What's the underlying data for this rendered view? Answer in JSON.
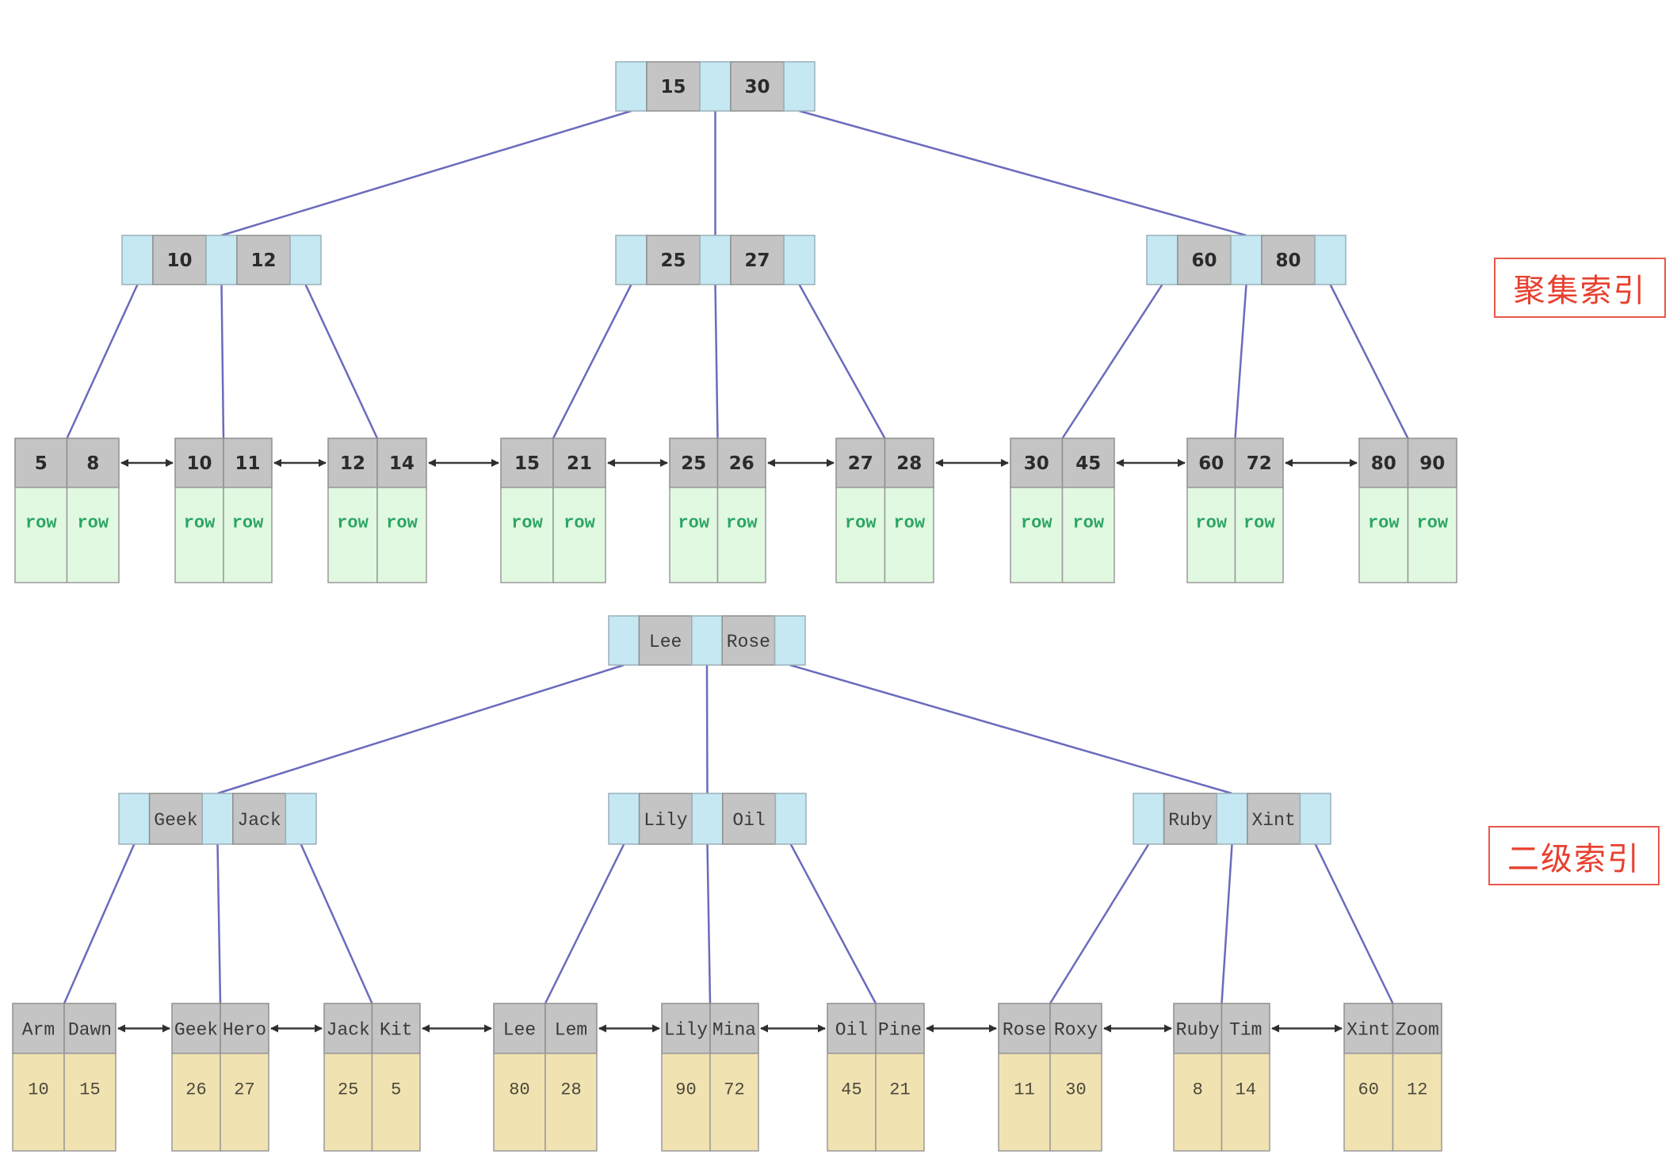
{
  "labels": {
    "clustered": "聚集索引",
    "secondary": "二级索引"
  },
  "colors": {
    "pointer_cell": "#c5e8f3",
    "key_cell": "#c4c4c4",
    "row_cell": "#e1f8e1",
    "id_cell": "#f1e2b2",
    "edge": "#6b6bbd",
    "label_red": "#e8402f",
    "row_text": "#2aa563"
  },
  "clustered_index": {
    "root": [
      "15",
      "30"
    ],
    "internal": [
      [
        "10",
        "12"
      ],
      [
        "25",
        "27"
      ],
      [
        "60",
        "80"
      ]
    ],
    "leaves": [
      {
        "keys": [
          "5",
          "8"
        ],
        "values": [
          "row",
          "row"
        ]
      },
      {
        "keys": [
          "10",
          "11"
        ],
        "values": [
          "row",
          "row"
        ]
      },
      {
        "keys": [
          "12",
          "14"
        ],
        "values": [
          "row",
          "row"
        ]
      },
      {
        "keys": [
          "15",
          "21"
        ],
        "values": [
          "row",
          "row"
        ]
      },
      {
        "keys": [
          "25",
          "26"
        ],
        "values": [
          "row",
          "row"
        ]
      },
      {
        "keys": [
          "27",
          "28"
        ],
        "values": [
          "row",
          "row"
        ]
      },
      {
        "keys": [
          "30",
          "45"
        ],
        "values": [
          "row",
          "row"
        ]
      },
      {
        "keys": [
          "60",
          "72"
        ],
        "values": [
          "row",
          "row"
        ]
      },
      {
        "keys": [
          "80",
          "90"
        ],
        "values": [
          "row",
          "row"
        ]
      }
    ]
  },
  "secondary_index": {
    "root": [
      "Lee",
      "Rose"
    ],
    "internal": [
      [
        "Geek",
        "Jack"
      ],
      [
        "Lily",
        "Oil"
      ],
      [
        "Ruby",
        "Xint"
      ]
    ],
    "leaves": [
      {
        "keys": [
          "Arm",
          "Dawn"
        ],
        "values": [
          "10",
          "15"
        ]
      },
      {
        "keys": [
          "Geek",
          "Hero"
        ],
        "values": [
          "26",
          "27"
        ]
      },
      {
        "keys": [
          "Jack",
          "Kit"
        ],
        "values": [
          "25",
          "5"
        ]
      },
      {
        "keys": [
          "Lee",
          "Lem"
        ],
        "values": [
          "80",
          "28"
        ]
      },
      {
        "keys": [
          "Lily",
          "Mina"
        ],
        "values": [
          "90",
          "72"
        ]
      },
      {
        "keys": [
          "Oil",
          "Pine"
        ],
        "values": [
          "45",
          "21"
        ]
      },
      {
        "keys": [
          "Rose",
          "Roxy"
        ],
        "values": [
          "11",
          "30"
        ]
      },
      {
        "keys": [
          "Ruby",
          "Tim"
        ],
        "values": [
          "8",
          "14"
        ]
      },
      {
        "keys": [
          "Xint",
          "Zoom"
        ],
        "values": [
          "60",
          "12"
        ]
      }
    ]
  }
}
